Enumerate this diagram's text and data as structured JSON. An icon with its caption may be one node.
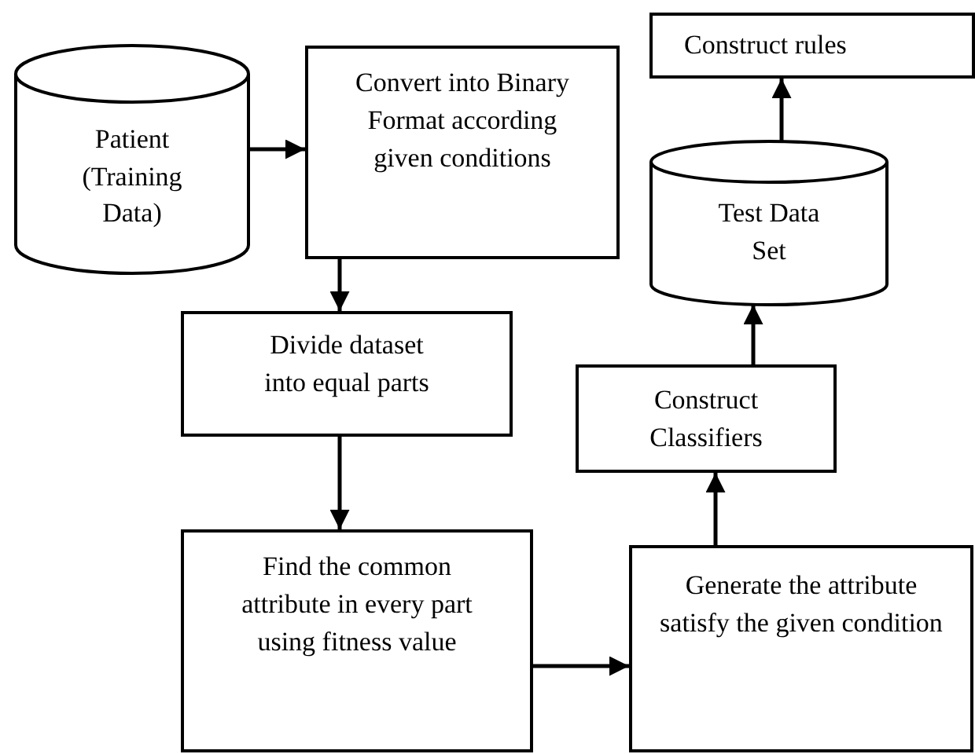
{
  "diagram": {
    "nodes": [
      {
        "text": [
          "Patient (Training Data)"
        ]
      },
      {
        "text": [
          "Convert into Binary Format according given conditions"
        ]
      },
      {
        "text": [
          "Divide dataset into equal parts"
        ]
      },
      {
        "text": [
          "Find the common attribute in every part using fitness value"
        ]
      },
      {
        "text": [
          "Generate the attribute satisfy the given condition"
        ]
      },
      {
        "text": [
          "Construct Classifiers"
        ]
      },
      {
        "text": [
          "Test Data Set"
        ]
      },
      {
        "text": [
          "Construct rules"
        ]
      }
    ],
    "edges": [
      {
        "from": 0,
        "to": 1,
        "arrow": "to"
      },
      {
        "from": 1,
        "to": 2,
        "arrow": "to"
      },
      {
        "from": 2,
        "to": 3,
        "arrow": "to"
      },
      {
        "from": 3,
        "to": 4,
        "arrow": "to"
      },
      {
        "from": 4,
        "to": 5,
        "arrow": "to"
      },
      {
        "from": 5,
        "to": 6,
        "arrow": "to"
      },
      {
        "from": 6,
        "to": 7,
        "arrow": "to"
      }
    ]
  }
}
